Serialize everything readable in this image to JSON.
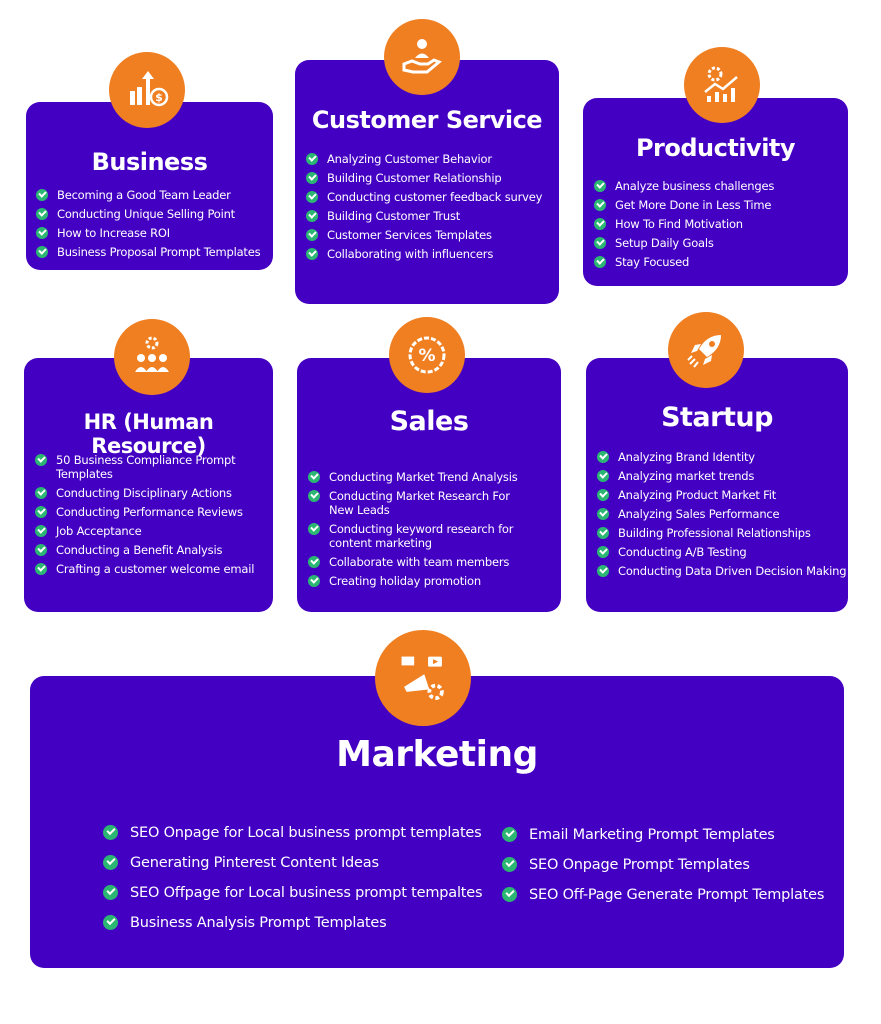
{
  "colors": {
    "card": "#4300c2",
    "icon_bg": "#f07f22",
    "check": "#2bb673"
  },
  "cards": [
    {
      "id": "business",
      "title": "Business",
      "icon": "chart-dollar-icon",
      "items": [
        "Becoming a Good Team Leader",
        "Conducting Unique Selling Point",
        "How to Increase ROI",
        "Business Proposal Prompt Templates"
      ]
    },
    {
      "id": "customer-service",
      "title": "Customer Service",
      "icon": "hand-person-icon",
      "items": [
        "Analyzing Customer Behavior",
        "Building Customer Relationship",
        "Conducting customer feedback survey",
        "Building Customer Trust",
        "Customer Services Templates",
        "Collaborating with influencers"
      ]
    },
    {
      "id": "productivity",
      "title": "Productivity",
      "icon": "gear-chart-icon",
      "items": [
        "Analyze business challenges",
        "Get More Done in Less Time",
        "How To Find Motivation",
        "Setup Daily Goals",
        "Stay Focused"
      ]
    },
    {
      "id": "hr",
      "title": "HR (Human Resource)",
      "icon": "team-gear-icon",
      "items": [
        "50 Business Compliance Prompt Templates",
        "Conducting Disciplinary Actions",
        "Conducting Performance Reviews",
        "Job Acceptance",
        "Conducting a Benefit Analysis",
        "Crafting a customer welcome email"
      ]
    },
    {
      "id": "sales",
      "title": "Sales",
      "icon": "percent-badge-icon",
      "items": [
        "Conducting Market Trend Analysis",
        "Conducting Market Research For New Leads",
        "Conducting keyword research for content marketing",
        "Collaborate with team members",
        "Creating holiday promotion"
      ]
    },
    {
      "id": "startup",
      "title": "Startup",
      "icon": "rocket-icon",
      "items": [
        "Analyzing Brand Identity",
        "Analyzing market trends",
        "Analyzing Product Market Fit",
        "Analyzing Sales Performance",
        "Building Professional Relationships",
        "Conducting A/B Testing",
        "Conducting Data Driven Decision Making"
      ]
    }
  ],
  "marketing": {
    "title": "Marketing",
    "icon": "megaphone-icon",
    "left": [
      "SEO Onpage for Local business prompt templates",
      "Generating Pinterest Content Ideas",
      "SEO Offpage for Local business prompt tempaltes",
      "Business Analysis Prompt Templates"
    ],
    "right": [
      "Email Marketing Prompt Templates",
      "SEO Onpage Prompt Templates",
      "SEO Off-Page Generate Prompt Templates"
    ]
  }
}
